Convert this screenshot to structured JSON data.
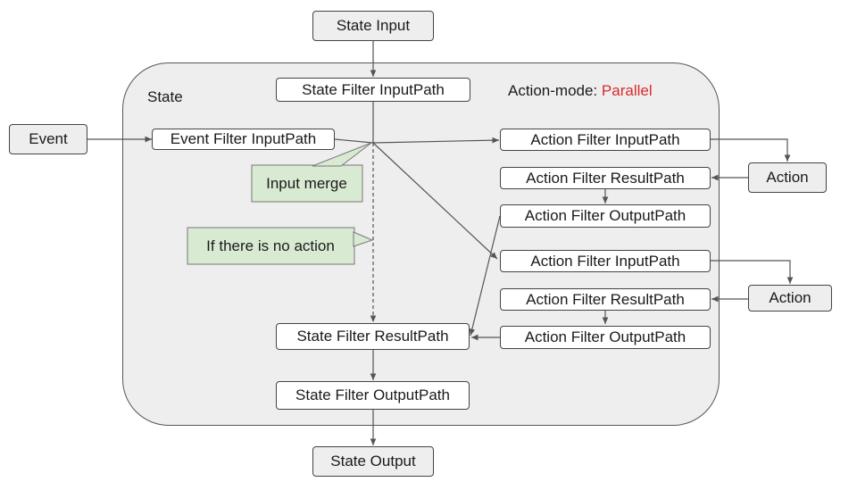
{
  "diagram": {
    "state_input": "State Input",
    "state_output": "State Output",
    "state_label": "State",
    "action_mode": {
      "label": "Action-mode:",
      "value": "Parallel",
      "value_color": "#d92b2b"
    },
    "event": "Event",
    "event_filter_input": "Event Filter InputPath",
    "state_filter_input": "State Filter InputPath",
    "state_filter_result": "State Filter ResultPath",
    "state_filter_output": "State Filter OutputPath",
    "input_merge_note": "Input merge",
    "no_action_note": "If there is no action",
    "action_branches": [
      {
        "filter_input": "Action Filter InputPath",
        "filter_result": "Action Filter ResultPath",
        "filter_output": "Action Filter OutputPath",
        "action": "Action"
      },
      {
        "filter_input": "Action Filter InputPath",
        "filter_result": "Action Filter ResultPath",
        "filter_output": "Action Filter OutputPath",
        "action": "Action"
      }
    ]
  }
}
